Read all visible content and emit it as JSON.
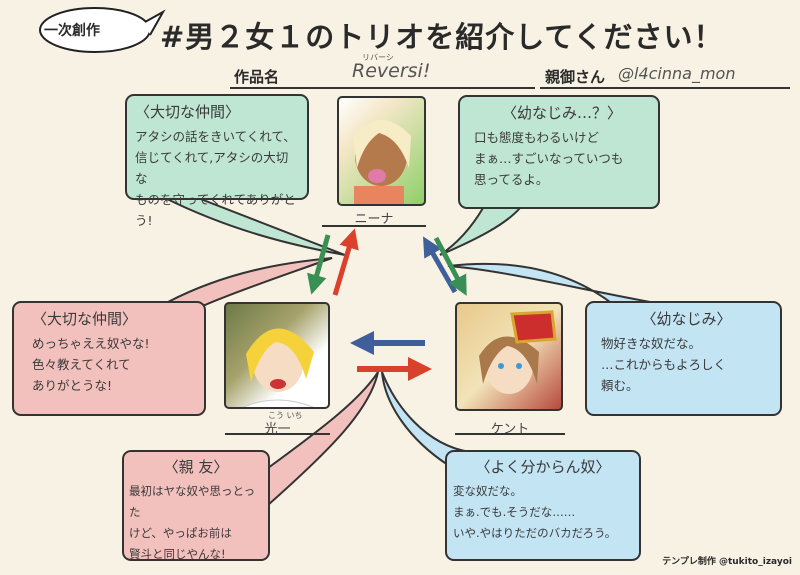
{
  "header": {
    "tag": "一次創作",
    "title": "#男２女１のトリオを紹介してください！",
    "work_label": "作品名",
    "work_ruby": "リバーシ",
    "work_name": "Reversi!",
    "author_label": "親御さん",
    "author": "@l4cinna_mon"
  },
  "characters": {
    "nina": "ニーナ",
    "koichi": "光一",
    "koichi_ruby": "こう いち",
    "kent": "ケント"
  },
  "boxes": {
    "nina_to_koichi": {
      "heading": "〈大切な仲間〉",
      "lines": [
        "アタシの話をきいてくれて、",
        "信じてくれて,アタシの大切な",
        "ものを守ってくれてありがとう!"
      ]
    },
    "nina_to_kent": {
      "heading": "〈幼なじみ…？〉",
      "lines": [
        "口も態度もわるいけど",
        "まぁ…すごいなっていつも",
        "思ってるよ。"
      ]
    },
    "koichi_to_nina": {
      "heading": "〈大切な仲間〉",
      "lines": [
        "めっちゃええ奴やな!",
        "色々教えてくれて",
        "ありがとうな!"
      ]
    },
    "kent_to_nina": {
      "heading": "〈幼なじみ〉",
      "lines": [
        "物好きな奴だな。",
        "…これからもよろしく",
        "頼む。"
      ]
    },
    "koichi_to_kent": {
      "heading": "〈親 友〉",
      "lines": [
        "最初はヤな奴や思っとった",
        "けど、やっぱお前は",
        "賢斗と同じやんな!"
      ]
    },
    "kent_to_koichi": {
      "heading": "〈よく分からん奴〉",
      "lines": [
        "変な奴だな。",
        "まぁ.でも.そうだな……",
        "いや.やはりただのバカだろう。"
      ]
    }
  },
  "credit": "テンプレ制作 @tukito_izayoi",
  "colors": {
    "green": "#bfe5d3",
    "pink": "#f3c1bd",
    "blue": "#c3e4f3",
    "arrow_red": "#d9412c",
    "arrow_blue": "#3f5f9a",
    "arrow_green": "#3a8f55"
  }
}
